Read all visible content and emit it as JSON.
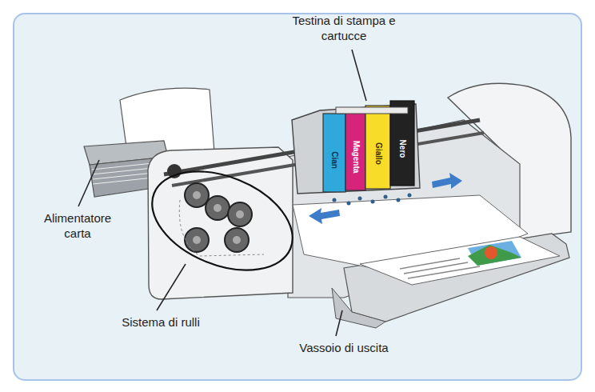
{
  "diagram": {
    "labels": [
      "Testina di stampa e cartucce",
      "Alimentatore carta",
      "Sistema di rulli",
      "Vassoio di uscita",
      "Cian",
      "Magenta",
      "Giallo",
      "Nero"
    ]
  }
}
